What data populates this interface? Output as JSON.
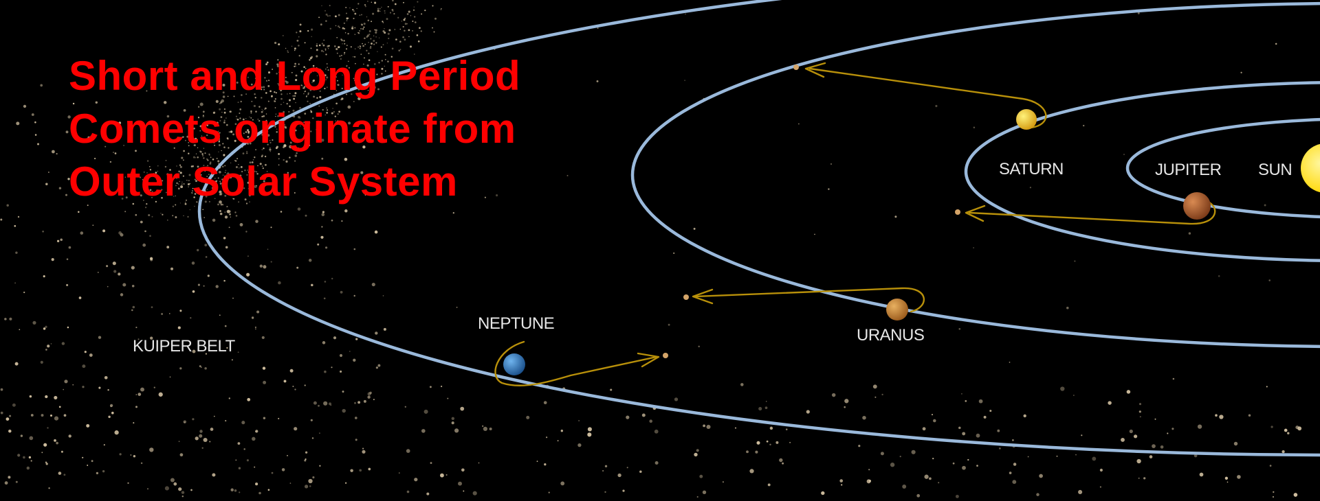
{
  "title_lines": [
    "Short and Long Period",
    "Comets originate from",
    "Outer Solar System"
  ],
  "labels": {
    "sun": "SUN",
    "jupiter": "JUPITER",
    "saturn": "SATURN",
    "uranus": "URANUS",
    "neptune": "NEPTUNE",
    "kuiper_belt": "KUIPER BELT"
  },
  "colors": {
    "background": "#000000",
    "title": "#ff0000",
    "orbit": "#9ab9db",
    "comet_path": "#b8900a",
    "label": "#e6e6e6",
    "sun": "#ffd700",
    "jupiter": "#a0522d",
    "saturn": "#e8b820",
    "uranus": "#c88a2e",
    "neptune": "#2a74b8",
    "kuiper_dust": "#d9c7a6"
  }
}
